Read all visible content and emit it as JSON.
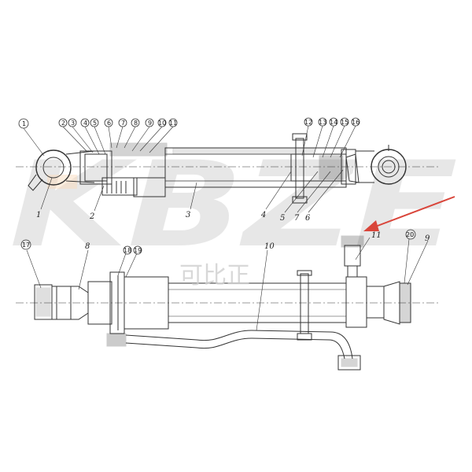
{
  "watermark": {
    "latin": "KBZE",
    "chinese": "可比正",
    "color": "#d9d9d9",
    "accent_color": "#f6c08a"
  },
  "arrow": {
    "color": "#d9453a"
  },
  "top_view": {
    "callouts_left": [
      "1",
      "2",
      "3",
      "4",
      "5",
      "6",
      "7",
      "8",
      "9",
      "10",
      "11"
    ],
    "callouts_right": [
      "12",
      "13",
      "14",
      "15",
      "16"
    ],
    "lower_labels": [
      "1",
      "2",
      "3",
      "4",
      "5",
      "7",
      "6"
    ]
  },
  "bottom_view": {
    "labels": [
      "17",
      "8",
      "18",
      "19",
      "10",
      "11",
      "20",
      "9"
    ]
  }
}
